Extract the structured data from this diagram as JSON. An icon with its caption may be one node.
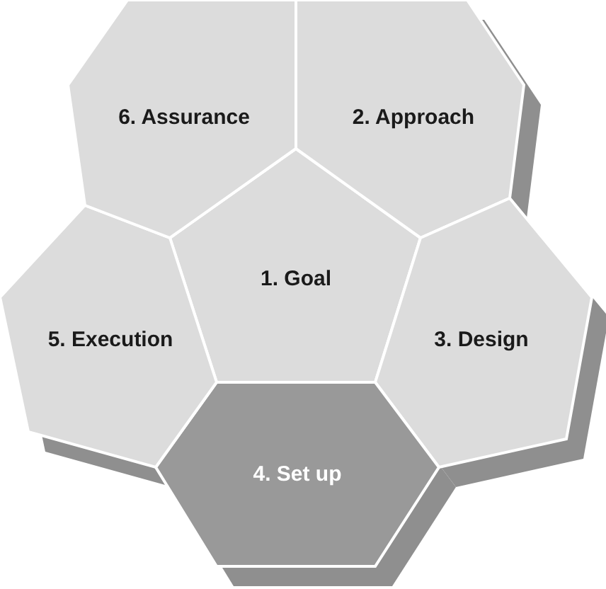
{
  "diagram": {
    "nodes": [
      {
        "text": [
          "1. Goal"
        ]
      },
      {
        "text": [
          "2. Approach"
        ]
      },
      {
        "text": [
          "3. Design"
        ]
      },
      {
        "text": [
          "4. Set up"
        ]
      },
      {
        "text": [
          "5. Execution"
        ]
      },
      {
        "text": [
          "6. Assurance"
        ]
      }
    ]
  }
}
